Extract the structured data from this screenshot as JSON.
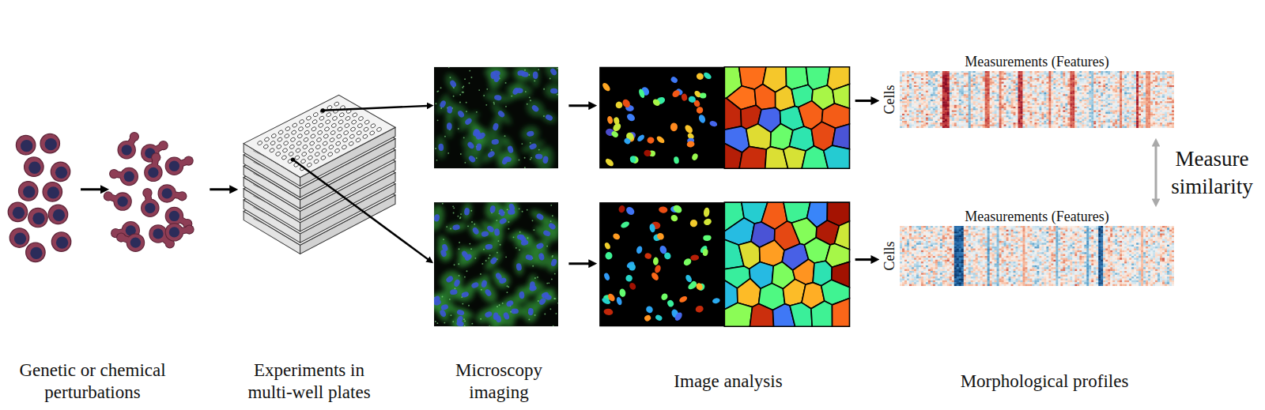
{
  "diagram": {
    "nodes": [
      {
        "text": [
          "Measurements (Features)",
          "Cells"
        ]
      },
      {
        "text": [
          "Measurements (Features)",
          "Cells"
        ]
      }
    ],
    "edges": [
      {
        "from": 0,
        "to": 1,
        "label": "Measure similarity",
        "arrow": "both"
      }
    ],
    "labels": [
      "Genetic or chemical perturbations",
      "Experiments in multi-well plates",
      "Microscopy imaging",
      "Image analysis",
      "Morphological profiles"
    ]
  }
}
